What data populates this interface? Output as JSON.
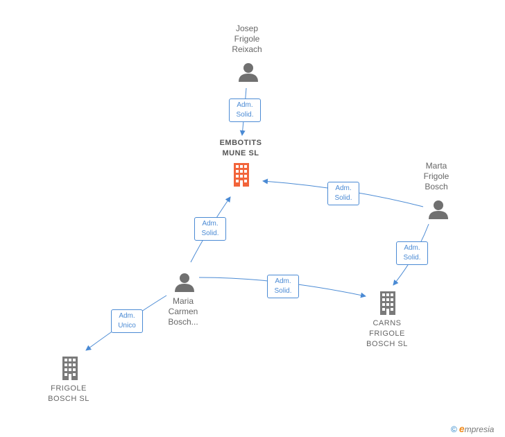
{
  "colors": {
    "edge": "#4a8ad4",
    "person": "#707070",
    "company": "#7a7a7a",
    "main_company": "#f2643a"
  },
  "nodes": {
    "josep": {
      "label": "Josep\nFrigole\nReixach",
      "icon": "person-icon"
    },
    "embotits": {
      "label": "EMBOTITS\nMUNE  SL",
      "icon": "building-icon"
    },
    "marta": {
      "label": "Marta\nFrigole\nBosch",
      "icon": "person-icon"
    },
    "maria": {
      "label": "Maria\nCarmen\nBosch...",
      "icon": "person-icon"
    },
    "carns": {
      "label": "CARNS\nFRIGOLE\nBOSCH  SL",
      "icon": "building-icon"
    },
    "frigole": {
      "label": "FRIGOLE\nBOSCH SL",
      "icon": "building-icon"
    }
  },
  "edges": {
    "josep_embotits": "Adm.\nSolid.",
    "marta_embotits": "Adm.\nSolid.",
    "marta_carns": "Adm.\nSolid.",
    "maria_embotits": "Adm.\nSolid.",
    "maria_carns": "Adm.\nSolid.",
    "maria_frigole": "Adm.\nUnico"
  },
  "footer": {
    "copyright": "©",
    "brand_initial": "e",
    "brand_rest": "mpresia"
  }
}
